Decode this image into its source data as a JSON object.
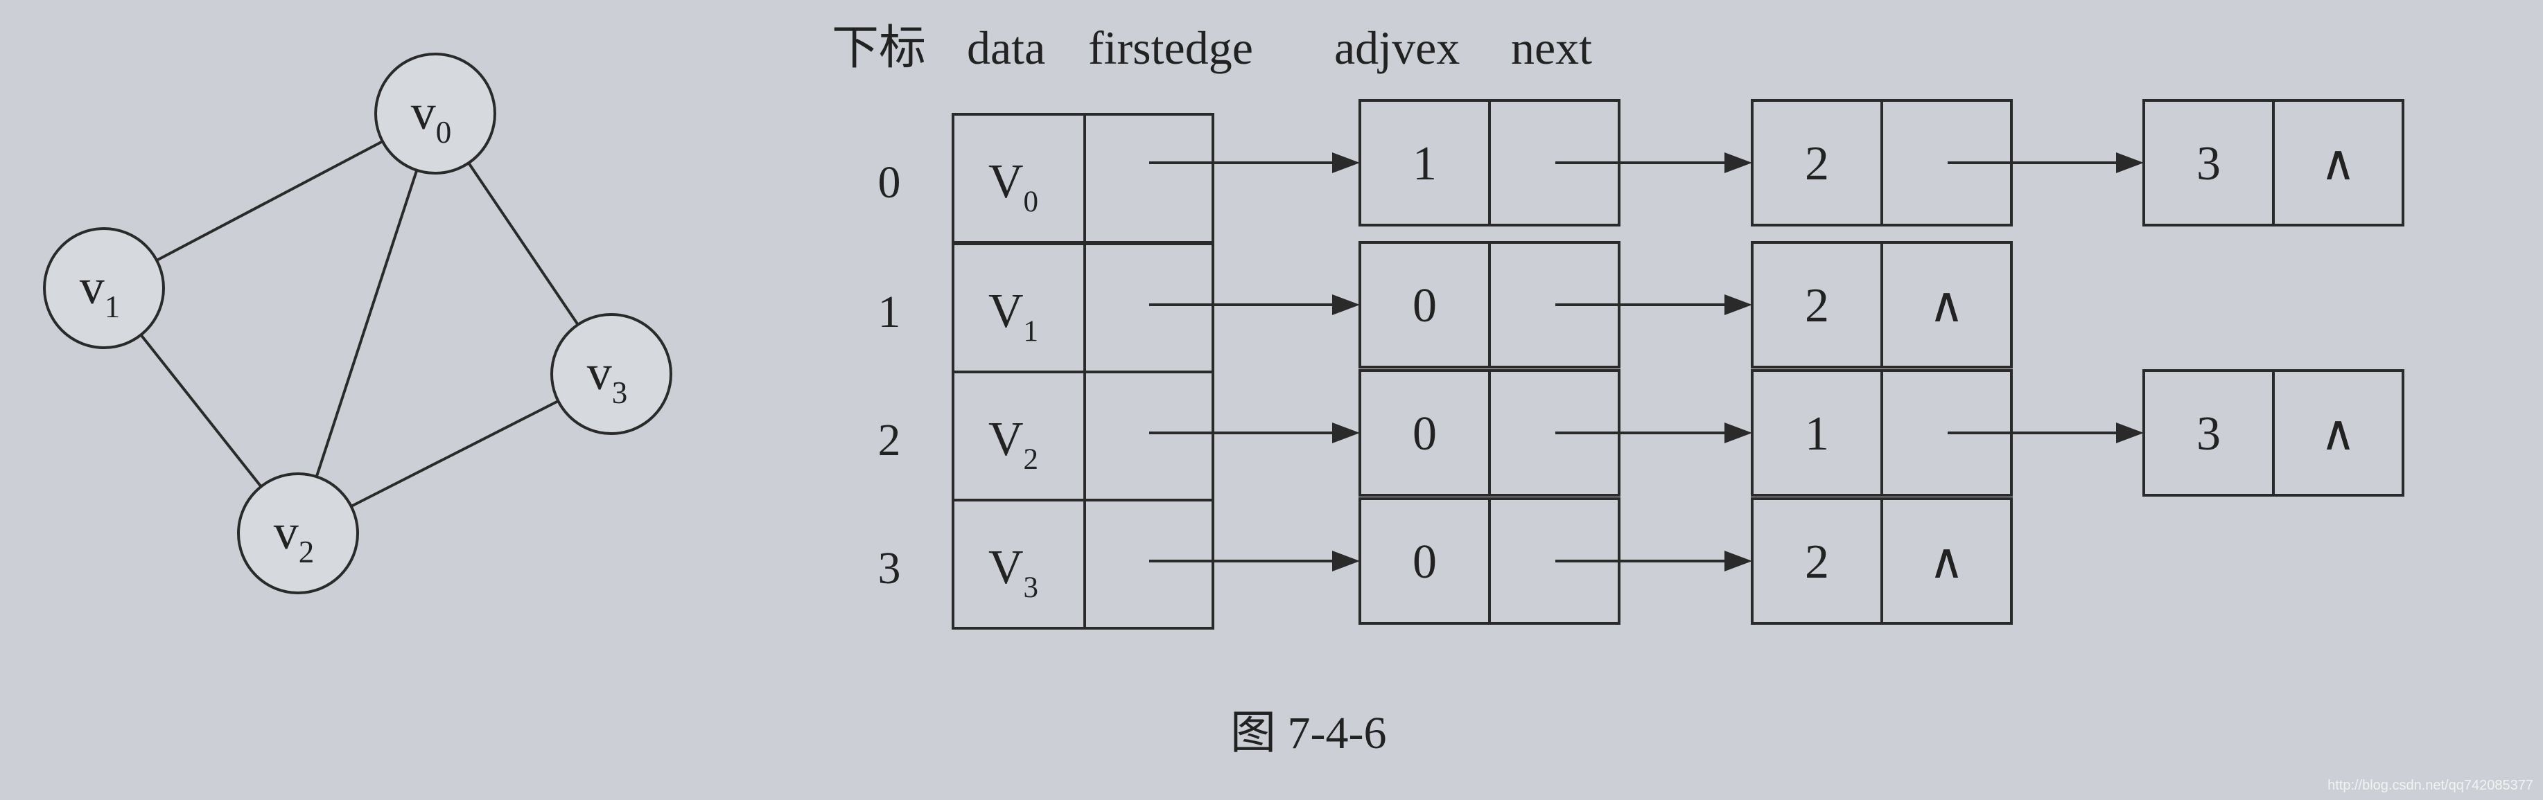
{
  "header": {
    "labels": [
      "下标",
      "data",
      "firstedge",
      "adjvex",
      "next"
    ]
  },
  "graph": {
    "nodes": [
      {
        "letter": "v",
        "sub": "0"
      },
      {
        "letter": "v",
        "sub": "1"
      },
      {
        "letter": "v",
        "sub": "2"
      },
      {
        "letter": "v",
        "sub": "3"
      }
    ],
    "edges": [
      [
        0,
        1
      ],
      [
        0,
        2
      ],
      [
        0,
        3
      ],
      [
        1,
        2
      ],
      [
        2,
        3
      ]
    ]
  },
  "vertex_table": [
    {
      "index": "0",
      "letter": "V",
      "sub": "0"
    },
    {
      "index": "1",
      "letter": "V",
      "sub": "1"
    },
    {
      "index": "2",
      "letter": "V",
      "sub": "2"
    },
    {
      "index": "3",
      "letter": "V",
      "sub": "3"
    }
  ],
  "adjacency_lists": [
    [
      "1",
      "2",
      "3"
    ],
    [
      "0",
      "2"
    ],
    [
      "0",
      "1",
      "3"
    ],
    [
      "0",
      "2"
    ]
  ],
  "null_symbol": "∧",
  "caption": "图 7-4-6",
  "watermark": "http://blog.csdn.net/qq742085377"
}
